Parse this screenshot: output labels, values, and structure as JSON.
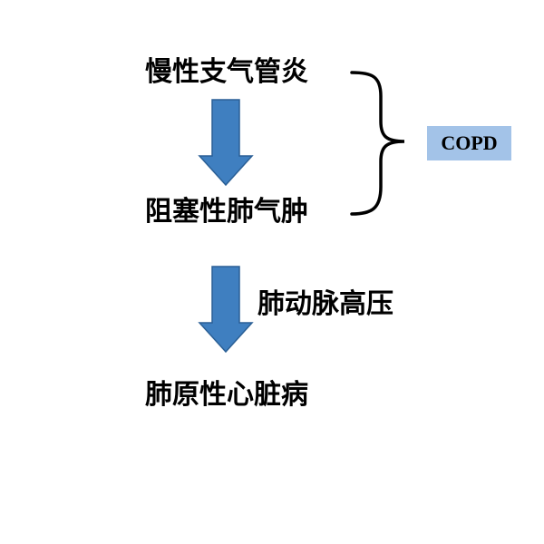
{
  "nodes": {
    "chronic_bronchitis": "慢性支气管炎",
    "obstructive_emphysema": "阻塞性肺气肿",
    "cor_pulmonale": "肺原性心脏病"
  },
  "edge_label": "肺动脉高压",
  "group_label": "COPD",
  "colors": {
    "arrow_fill": "#3f7fc0",
    "arrow_stroke": "#2a5f95",
    "group_box": "#a3c3e8",
    "text": "#000000"
  }
}
